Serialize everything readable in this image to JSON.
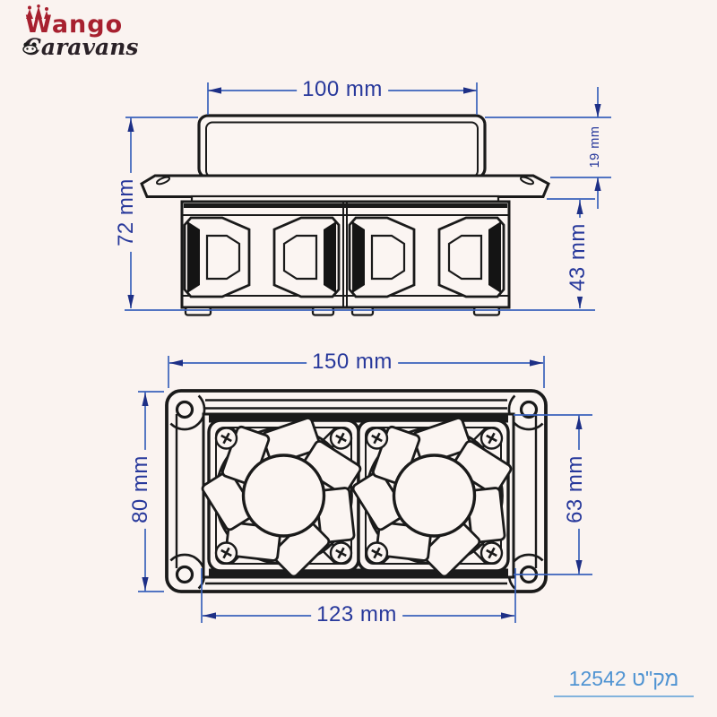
{
  "logo": {
    "line1": "Wango",
    "line2": "Caravans"
  },
  "sku": {
    "label": "מק\"ט 12542"
  },
  "colors": {
    "background": "#faf3f0",
    "drawing_ink": "#1a1a1a",
    "dimension_line_blue": "#3a62bb",
    "dimension_text_navy": "#27389b",
    "sku_blue": "#4f93d2",
    "logo_red": "#a7202f",
    "logo_dark": "#2a2127"
  },
  "diagrams": {
    "side_view": {
      "name": "side elevation of dual-fan vent unit",
      "dims": {
        "cap_width": "100 mm",
        "total_height": "72 mm",
        "cap_height": "19 mm",
        "body_height": "43 mm"
      }
    },
    "front_view": {
      "name": "front face with two fans",
      "dims": {
        "outer_width": "150 mm",
        "outer_height": "80 mm",
        "inner_height": "63 mm",
        "inner_width": "123 mm"
      }
    }
  }
}
